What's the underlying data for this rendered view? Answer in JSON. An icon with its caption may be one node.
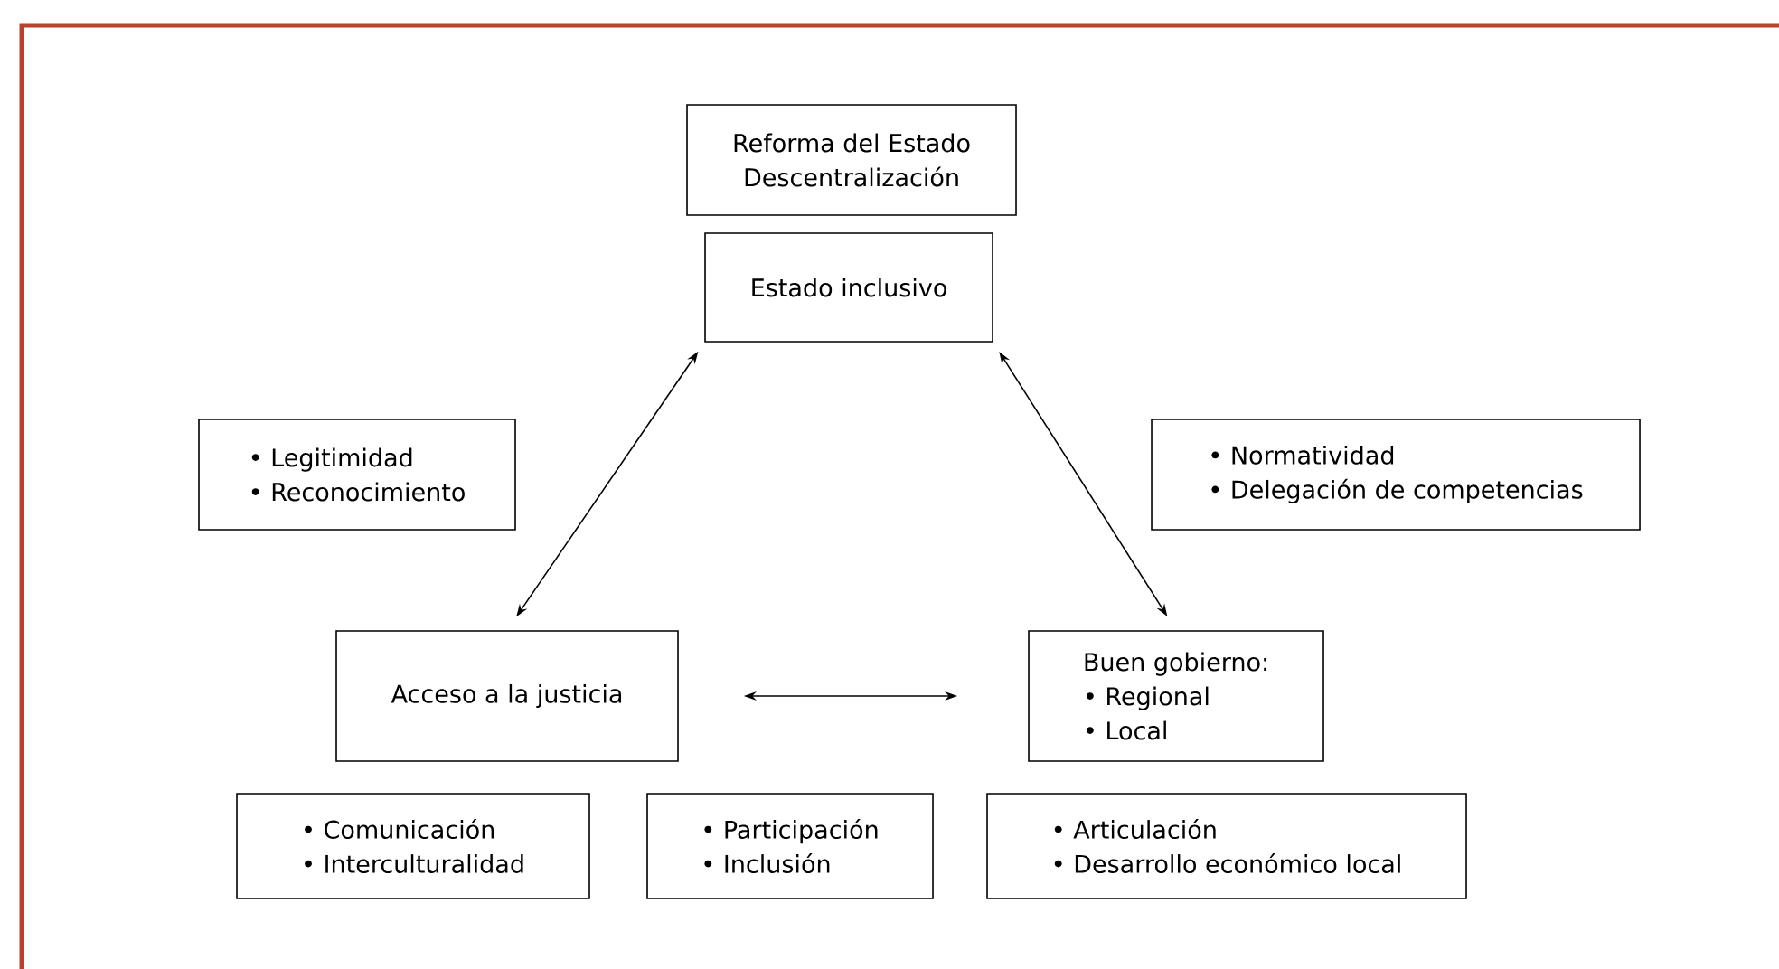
{
  "diagram": {
    "nodes": [
      {
        "text": [
          "Reforma del Estado",
          "Descentralización"
        ]
      },
      {
        "text": [
          "Estado inclusivo"
        ]
      },
      {
        "text": [
          "• Legitimidad",
          "• Reconocimiento"
        ]
      },
      {
        "text": [
          "• Normatividad",
          "• Delegación de competencias"
        ]
      },
      {
        "text": [
          "Acceso a la justicia"
        ]
      },
      {
        "text": [
          "Buen gobierno:",
          "• Regional",
          "• Local"
        ]
      },
      {
        "text": [
          "• Comunicación",
          "• Interculturalidad"
        ]
      },
      {
        "text": [
          "• Participación",
          "• Inclusión"
        ]
      },
      {
        "text": [
          "• Articulación",
          "• Desarrollo económico local"
        ]
      }
    ],
    "edges": [
      {
        "from": 1,
        "to": 4,
        "arrow": "both"
      },
      {
        "from": 1,
        "to": 5,
        "arrow": "both"
      },
      {
        "from": 4,
        "to": 5,
        "arrow": "both"
      }
    ]
  }
}
